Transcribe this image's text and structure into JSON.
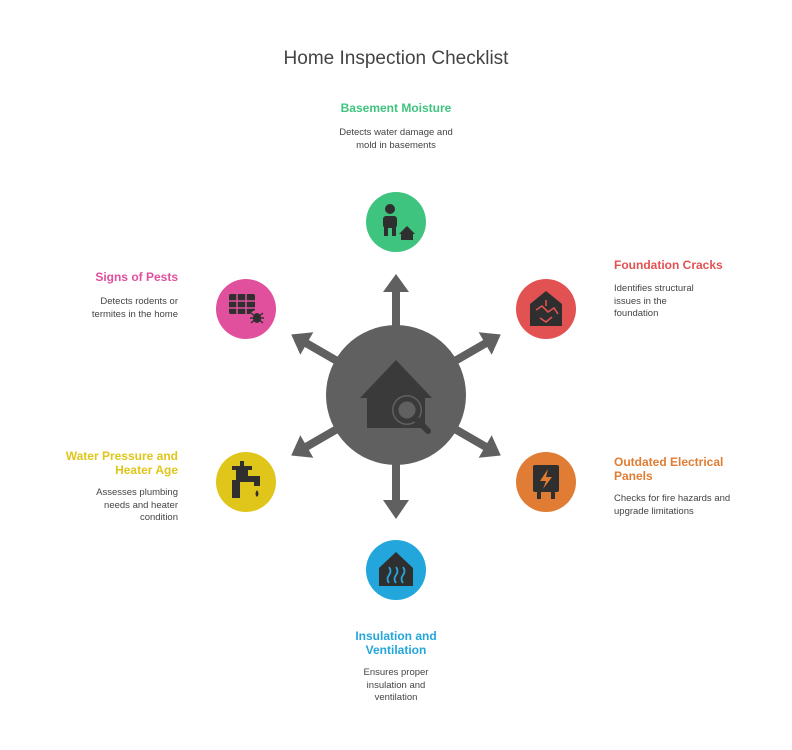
{
  "title": "Home Inspection Checklist",
  "center": {
    "icon": "house-magnifier-icon",
    "color": "#606060"
  },
  "items": [
    {
      "title": "Basement Moisture",
      "description": "Detects water damage and mold in basements",
      "color": "#3ec47e",
      "icon": "person-house-icon"
    },
    {
      "title": "Foundation Cracks",
      "description": "Identifies structural issues in the foundation",
      "color": "#e25252",
      "icon": "cracked-house-icon"
    },
    {
      "title": "Outdated Electrical Panels",
      "description": "Checks for fire hazards and upgrade limitations",
      "color": "#e07c33",
      "icon": "electrical-panel-icon"
    },
    {
      "title": "Insulation and Ventilation",
      "description": "Ensures proper insulation and ventilation",
      "color": "#23a6dc",
      "icon": "house-heat-icon"
    },
    {
      "title": "Water Pressure and Heater Age",
      "description": "Assesses plumbing needs and heater condition",
      "color": "#e0c51a",
      "icon": "faucet-icon"
    },
    {
      "title": "Signs of Pests",
      "description": "Detects rodents or termites in the home",
      "color": "#e0509c",
      "icon": "pest-grid-icon"
    }
  ]
}
